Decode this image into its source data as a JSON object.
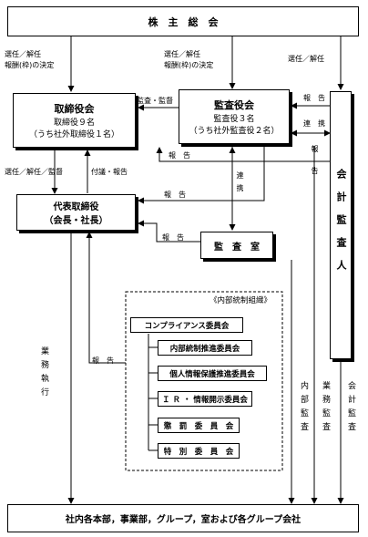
{
  "nodes": {
    "shareholders_meeting": "株　主　総　会",
    "board": {
      "title": "取締役会",
      "line1": "取締役９名",
      "line2": "（うち社外取締役１名）"
    },
    "auditors": {
      "title": "監査役会",
      "line1": "監査役３名",
      "line2": "（うち社外監査役２名）"
    },
    "representative": {
      "title": "代表取締役",
      "line1": "（会長・社長）"
    },
    "audit_office": "監　査　室",
    "accounting_auditor": "会計監査人",
    "bottom": "社内各本部，事業部，グループ，室および各グループ会社"
  },
  "internal_control": {
    "group_label": "《内部統制組織》",
    "compliance": "コンプライアンス委員会",
    "committees": [
      "内部統制推進委員会",
      "個人情報保護推進委員会",
      "Ｉ Ｒ ・ 情報開示委員会",
      "懲　罰　委　員　会",
      "特　別　委　員　会"
    ]
  },
  "labels": {
    "elect_dismiss": "選任／解任",
    "remuneration": "報酬(枠)の決定",
    "audit_supervision": "監査・監督",
    "report": "報　告",
    "cooperation": "連　携",
    "elect_dismiss_supervise": "選任／解任／監督",
    "instruct_report": "付議・報告",
    "business_execution": "業務執行",
    "internal_audit": "内部監査",
    "business_audit": "業務監査",
    "accounting_audit": "会計監査",
    "cooperation_vertical": "連携"
  }
}
